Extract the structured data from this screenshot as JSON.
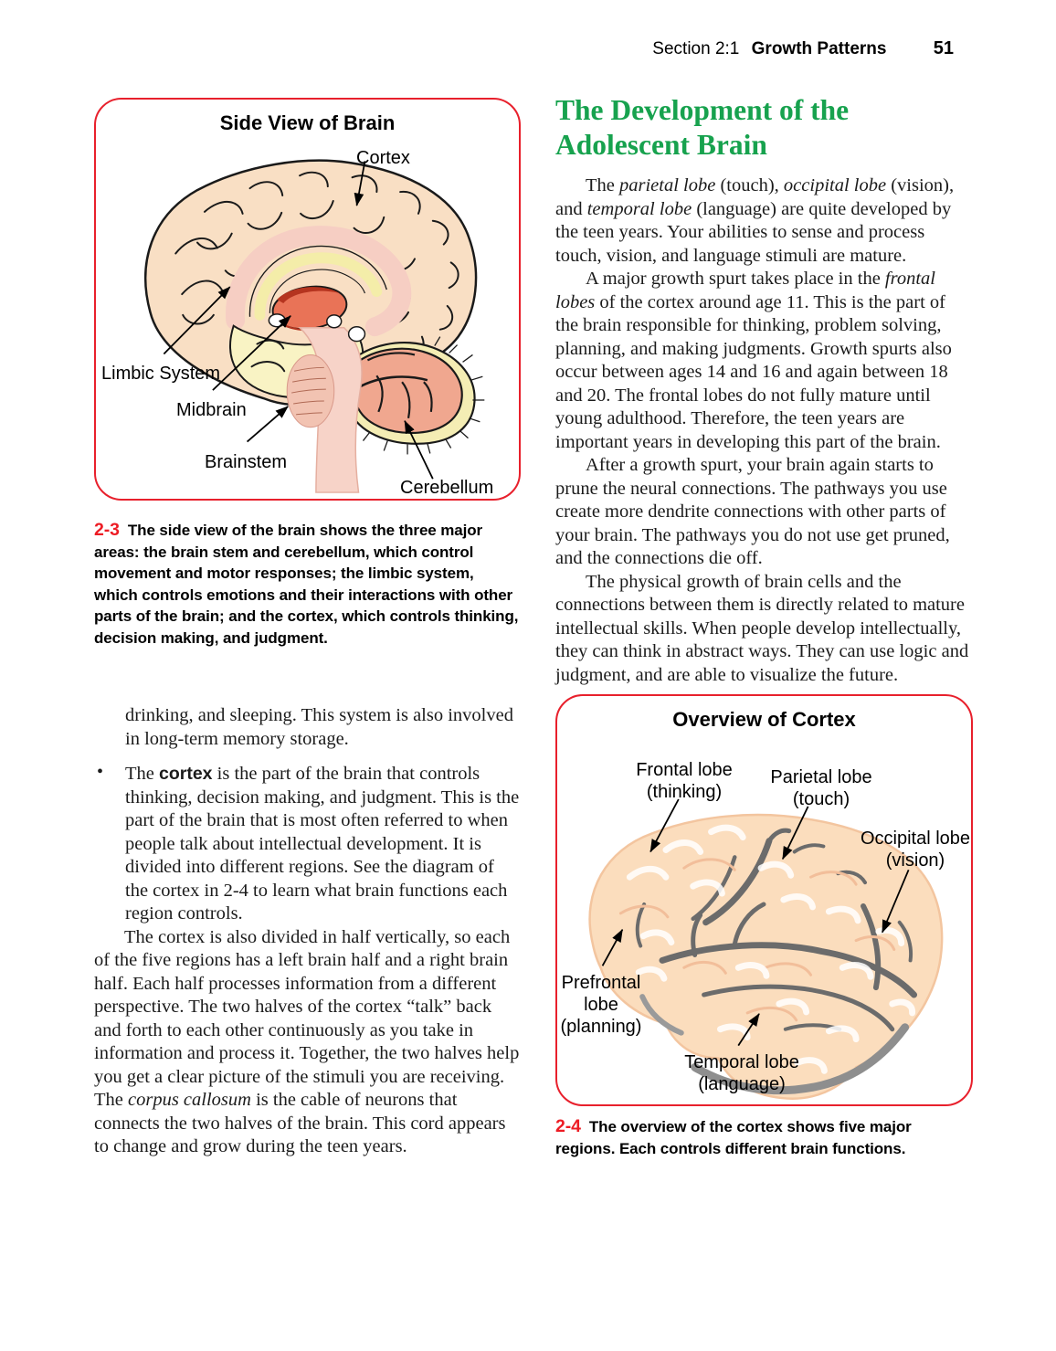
{
  "header": {
    "section": "Section 2:1",
    "chapter": "Growth Patterns",
    "page_number": "51"
  },
  "figure_2_3": {
    "title": "Side View of Brain",
    "labels": {
      "cortex": "Cortex",
      "limbic": "Limbic System",
      "midbrain": "Midbrain",
      "brainstem": "Brainstem",
      "cerebellum": "Cerebellum"
    },
    "caption_number": "2-3",
    "caption": "The side view of the brain shows the three major areas: the brain stem and cerebellum, which control movement and motor responses; the limbic system, which controls emotions and their interactions with other parts of the brain; and the cortex, which controls thinking, decision making, and judgment."
  },
  "left_column": {
    "bullet_marker": "•",
    "continuation": [
      {
        "t": "drinking, and sleeping. This system is also involved in long-term memory storage."
      }
    ],
    "bullet": [
      {
        "t": "The "
      },
      {
        "t": "cortex",
        "s": "b"
      },
      {
        "t": " is the part of the brain that controls thinking, decision making, and judgment. This is the part of the brain that is most often referred to when people talk about intellectual development. It is divided into different regions. See the diagram of the cortex in 2-4 to learn what brain functions each region controls."
      }
    ],
    "paragraph": [
      {
        "t": "The cortex is also divided in half vertically, so each of the five regions has a left brain half and a right brain half. Each half processes information from a different perspective. The two halves of the cortex “talk” back and forth to each other continuously as you take in information and process it. Together, the two halves help you get a clear picture of the stimuli you are receiving. The "
      },
      {
        "t": "corpus callosum",
        "s": "i"
      },
      {
        "t": " is the cable of neurons that connects the two halves of the brain. This cord appears to change and grow during the teen years."
      }
    ]
  },
  "right_column": {
    "heading": "The Development of the Adolescent Brain",
    "paragraphs": [
      [
        {
          "t": "The "
        },
        {
          "t": "parietal lobe",
          "s": "i"
        },
        {
          "t": " (touch), "
        },
        {
          "t": "occipital lobe",
          "s": "i"
        },
        {
          "t": " (vision), and "
        },
        {
          "t": "temporal lobe",
          "s": "i"
        },
        {
          "t": " (language) are quite developed by the teen years. Your abilities to sense and process touch, vision, and language stimuli are mature."
        }
      ],
      [
        {
          "t": "A major growth spurt takes place in the "
        },
        {
          "t": "frontal lobes",
          "s": "i"
        },
        {
          "t": " of the cortex around age 11. This is the part of the brain responsible for thinking, problem solving, planning, and making judgments. Growth spurts also occur between ages 14 and 16 and again between 18 and 20. The frontal lobes do not fully mature until young adulthood. Therefore, the teen years are important years in developing this part of the brain."
        }
      ],
      [
        {
          "t": "After a growth spurt, your brain again starts to prune the neural connections. The pathways you use create more dendrite connections with other parts of your brain. The pathways you do not use get pruned, and the connections die off."
        }
      ],
      [
        {
          "t": "The physical growth of brain cells and the connections between them is directly related to mature intellectual skills. When people develop intellectually, they can think in abstract ways. They can use logic and judgment, and are able to visualize the future."
        }
      ]
    ]
  },
  "figure_2_4": {
    "title": "Overview of Cortex",
    "labels": {
      "frontal": [
        "Frontal lobe",
        "(thinking)"
      ],
      "parietal": [
        "Parietal lobe",
        "(touch)"
      ],
      "occipital": [
        "Occipital lobe",
        "(vision)"
      ],
      "prefrontal": [
        "Prefrontal",
        "lobe",
        "(planning)"
      ],
      "temporal": [
        "Temporal lobe",
        "(language)"
      ]
    },
    "caption_number": "2-4",
    "caption": "The overview of the cortex shows five major regions. Each controls different brain functions."
  },
  "colors": {
    "accent_red": "#E8202C",
    "heading_green": "#17A24E",
    "caption_number_red": "#ED1C24",
    "brain_peach": "#F9DFC4",
    "brain_salmon": "#F0A78F",
    "brain_yellow": "#F4EDB4",
    "brain_red": "#E97357",
    "sulci_gray": "#6B6B6B"
  }
}
